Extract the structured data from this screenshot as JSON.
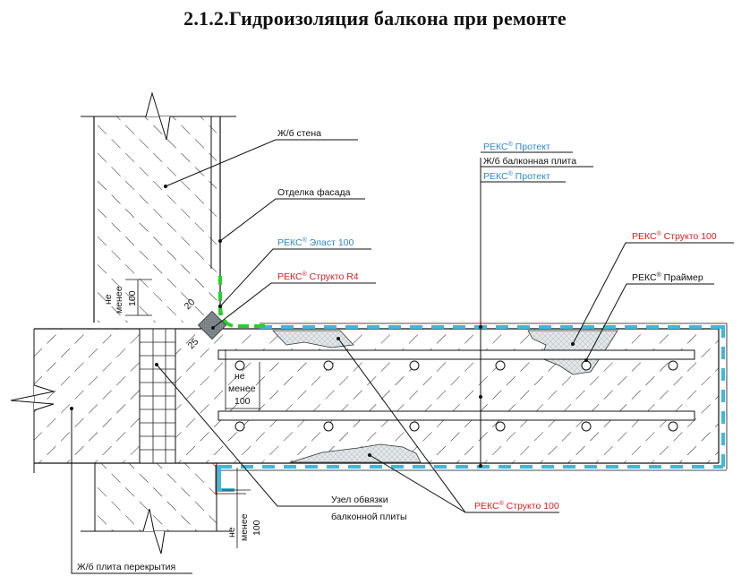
{
  "title": "2.1.2.Гидроизоляция балкона при ремонте",
  "colors": {
    "line": "#111111",
    "blue_membrane": "#3fb8dc",
    "green_membrane": "#2ecc2e",
    "red_label": "#d42020",
    "blue_label": "#2f86c8",
    "repair_fill": "#dde3e6"
  },
  "labels": {
    "wall": "Ж/б стена",
    "facade": "Отделка фасада",
    "elast_brand": "РЕКС",
    "elast_reg": "®",
    "elast_name": " Эласт 100",
    "r4_brand": "РЕКС",
    "r4_reg": "®",
    "r4_name": " Структо R4",
    "protect_top_brand": "РЕКС",
    "protect_top_reg": "®",
    "protect_top_name": " Протект",
    "slab": "Ж/б балконная плита",
    "protect_bottom_brand": "РЕКС",
    "protect_bottom_reg": "®",
    "protect_bottom_name": " Протект",
    "strukto_right_brand": "РЕКС",
    "strukto_right_reg": "®",
    "strukto_right_name": " Структо 100",
    "primer_brand": "РЕКС",
    "primer_reg": "®",
    "primer_name": " Праймер",
    "node_line1": "Узел обвязки",
    "node_line2": "балконной плиты",
    "strukto_bottom_brand": "РЕКС",
    "strukto_bottom_reg": "®",
    "strukto_bottom_name": " Структо 100",
    "floor_slab": "Ж/б плита перекрытия"
  },
  "dimensions": {
    "wall_min_word1": "не",
    "wall_min_word2": "менее",
    "wall_min_value": "100",
    "chamfer_top": "20",
    "chamfer_bottom": "25",
    "rebar_min_word1": "не",
    "rebar_min_word2": "менее",
    "rebar_min_value": "100",
    "drip_min_word1": "не",
    "drip_min_word2": "менее",
    "drip_min_value": "100"
  }
}
